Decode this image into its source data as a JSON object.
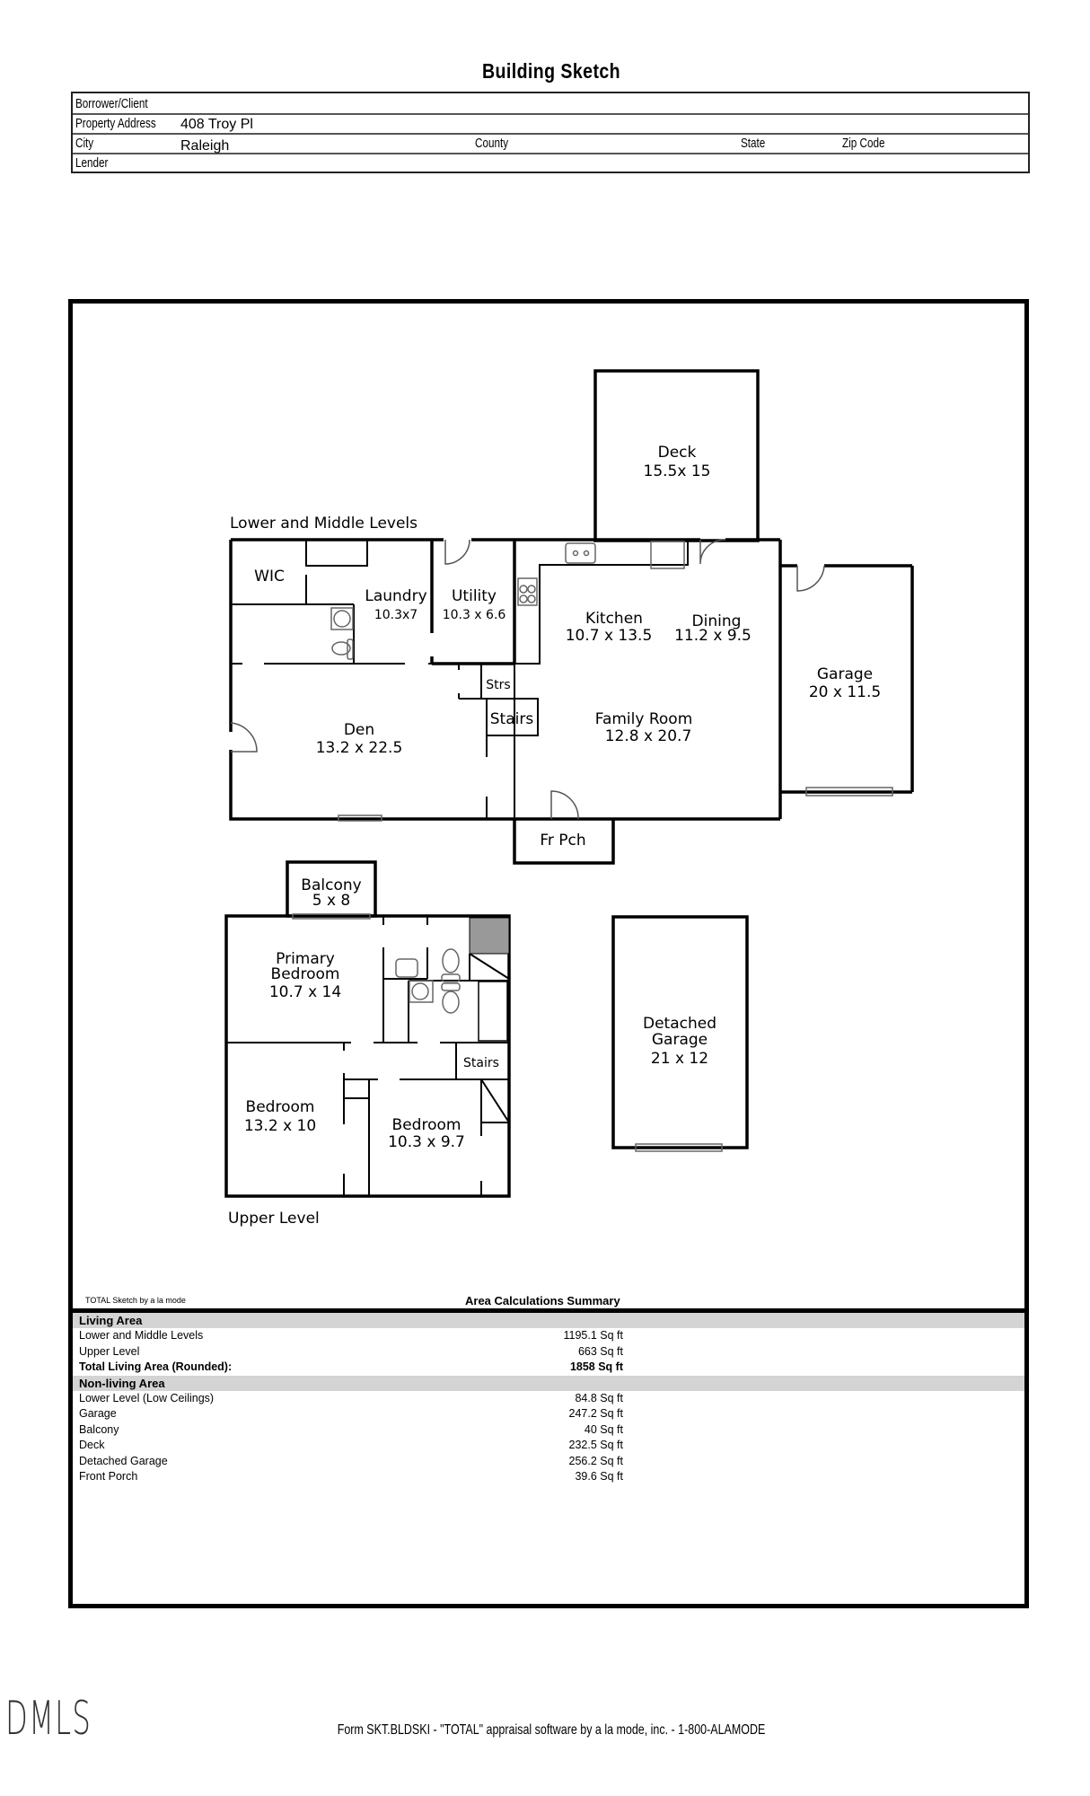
{
  "title": "Building Sketch",
  "header": {
    "borrower_label": "Borrower/Client",
    "borrower_value": "",
    "address_label": "Property Address",
    "address_value": "408 Troy Pl",
    "city_label": "City",
    "city_value": "Raleigh",
    "county_label": "County",
    "state_label": "State",
    "zip_label": "Zip Code",
    "lender_label": "Lender"
  },
  "sketch": {
    "lower_level_caption": "Lower and Middle Levels",
    "upper_level_caption": "Upper Level",
    "rooms": {
      "deck": {
        "name": "Deck",
        "dims": "15.5x 15"
      },
      "wic": {
        "name": "WIC"
      },
      "laundry": {
        "name": "Laundry",
        "dims": "10.3x7"
      },
      "utility": {
        "name": "Utility",
        "dims": "10.3 x 6.6"
      },
      "kitchen": {
        "name": "Kitchen",
        "dims": "10.7 x 13.5"
      },
      "dining": {
        "name": "Dining",
        "dims": "11.2 x 9.5"
      },
      "garage": {
        "name": "Garage",
        "dims": "20 x 11.5"
      },
      "strs": {
        "name": "Strs"
      },
      "stairs_lower": {
        "name": "Stairs"
      },
      "den": {
        "name": "Den",
        "dims": "13.2 x 22.5"
      },
      "family_room": {
        "name": "Family Room",
        "dims": "12.8 x 20.7"
      },
      "front_porch": {
        "name": "Fr Pch"
      },
      "balcony": {
        "name": "Balcony",
        "dims": "5 x 8"
      },
      "primary_bedroom": {
        "name1": "Primary",
        "name2": "Bedroom",
        "dims": "10.7 x 14"
      },
      "stairs_upper": {
        "name": "Stairs"
      },
      "bedroom1": {
        "name": "Bedroom",
        "dims": "13.2 x 10"
      },
      "bedroom2": {
        "name": "Bedroom",
        "dims": "10.3 x 9.7"
      },
      "detached_garage": {
        "name1": "Detached",
        "name2": "Garage",
        "dims": "21 x 12"
      }
    }
  },
  "summary": {
    "credit": "TOTAL Sketch by a la mode",
    "title": "Area Calculations Summary",
    "living_header": "Living Area",
    "living_rows": [
      {
        "label": "Lower and Middle Levels",
        "value": "1195.1 Sq ft"
      },
      {
        "label": "Upper Level",
        "value": "663 Sq ft"
      }
    ],
    "total": {
      "label": "Total Living Area (Rounded):",
      "value": "1858 Sq ft"
    },
    "nonliving_header": "Non-living Area",
    "nonliving_rows": [
      {
        "label": "Lower Level (Low Ceilings)",
        "value": "84.8 Sq ft"
      },
      {
        "label": "Garage",
        "value": "247.2 Sq ft"
      },
      {
        "label": "Balcony",
        "value": "40 Sq ft"
      },
      {
        "label": "Deck",
        "value": "232.5 Sq ft"
      },
      {
        "label": "Detached Garage",
        "value": "256.2 Sq ft"
      },
      {
        "label": "Front Porch",
        "value": "39.6 Sq ft"
      }
    ]
  },
  "footer": "Form SKT.BLDSKI - \"TOTAL\" appraisal software by a la mode, inc. - 1-800-ALAMODE",
  "logo": "DMLS"
}
